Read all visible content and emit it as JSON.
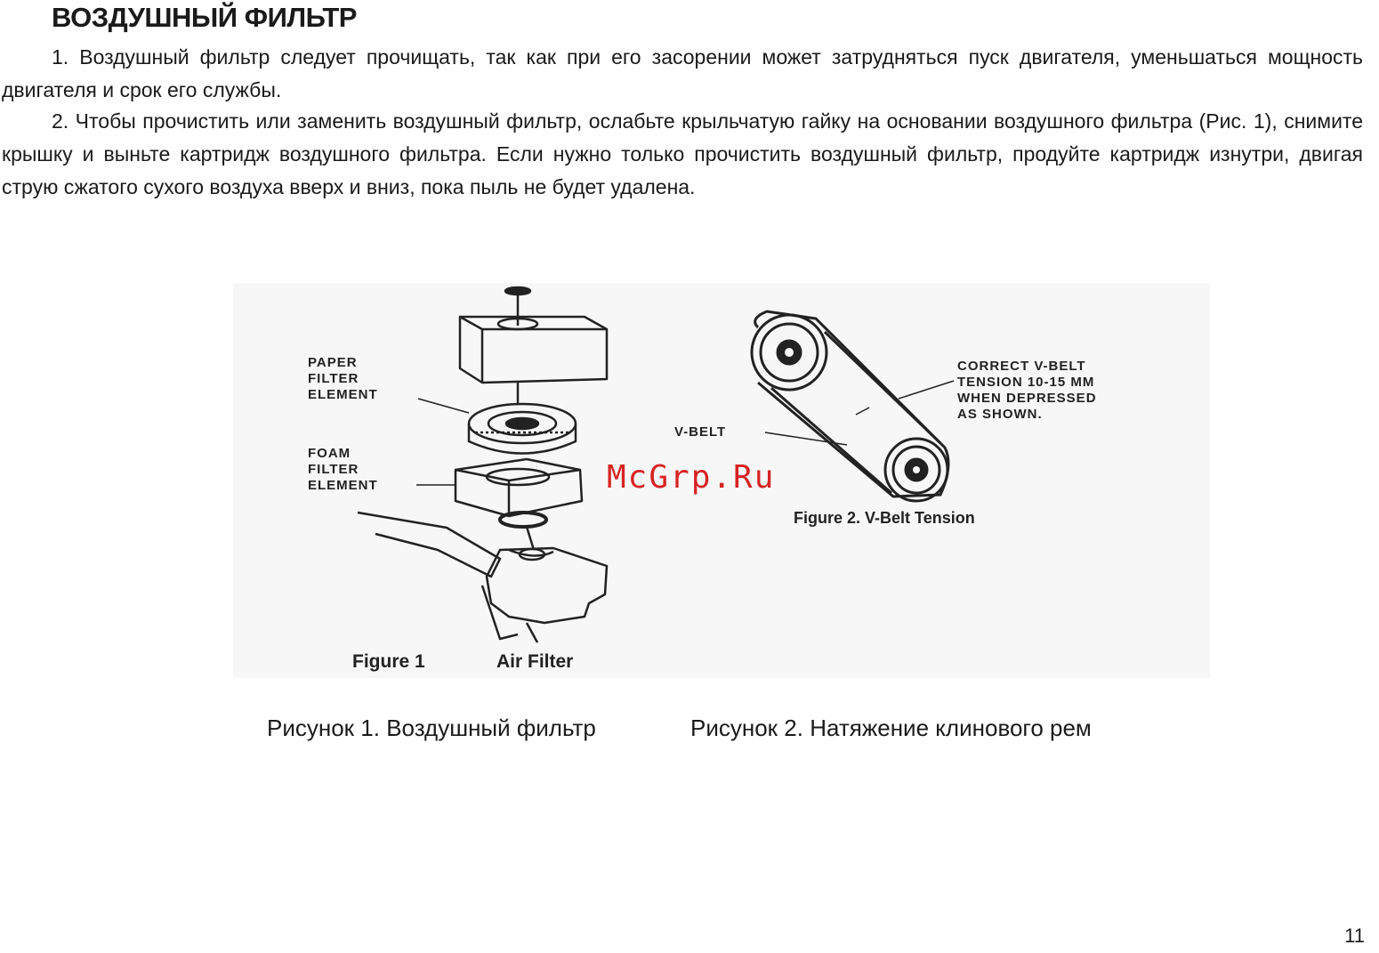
{
  "heading": "ВОЗДУШНЫЙ ФИЛЬТР",
  "paragraphs": [
    "1. Воздушный фильтр следует прочищать, так как при его засорении может затрудняться пуск двигателя, уменьшаться мощность двигателя и срок его службы.",
    "2. Чтобы прочистить или заменить воздушный фильтр, ослабьте крыльчатую гайку на основании воздушного фильтра (Рис. 1), снимите крышку и выньте картридж воздушного фильтра. Если нужно только прочистить воздушный фильтр, продуйте картридж изнутри, двигая струю сжатого сухого воздуха вверх и вниз, пока пыль не будет удалена."
  ],
  "figure1": {
    "label_paper": [
      "PAPER",
      "FILTER",
      "ELEMENT"
    ],
    "label_foam": [
      "FOAM",
      "FILTER",
      "ELEMENT"
    ],
    "caption_num": "Figure 1",
    "caption_title": "Air Filter"
  },
  "figure2": {
    "label_vbelt": "V-BELT",
    "label_tension": [
      "CORRECT V-BELT",
      "TENSION 10-15 MM",
      "WHEN DEPRESSED",
      "AS SHOWN."
    ],
    "caption": "Figure 2. V-Belt Tension"
  },
  "watermark": "McGrp.Ru",
  "captions": {
    "fig1": "Рисунок 1. Воздушный фильтр",
    "fig2": "Рисунок 2. Натяжение клинового рем"
  },
  "page_number": "11"
}
